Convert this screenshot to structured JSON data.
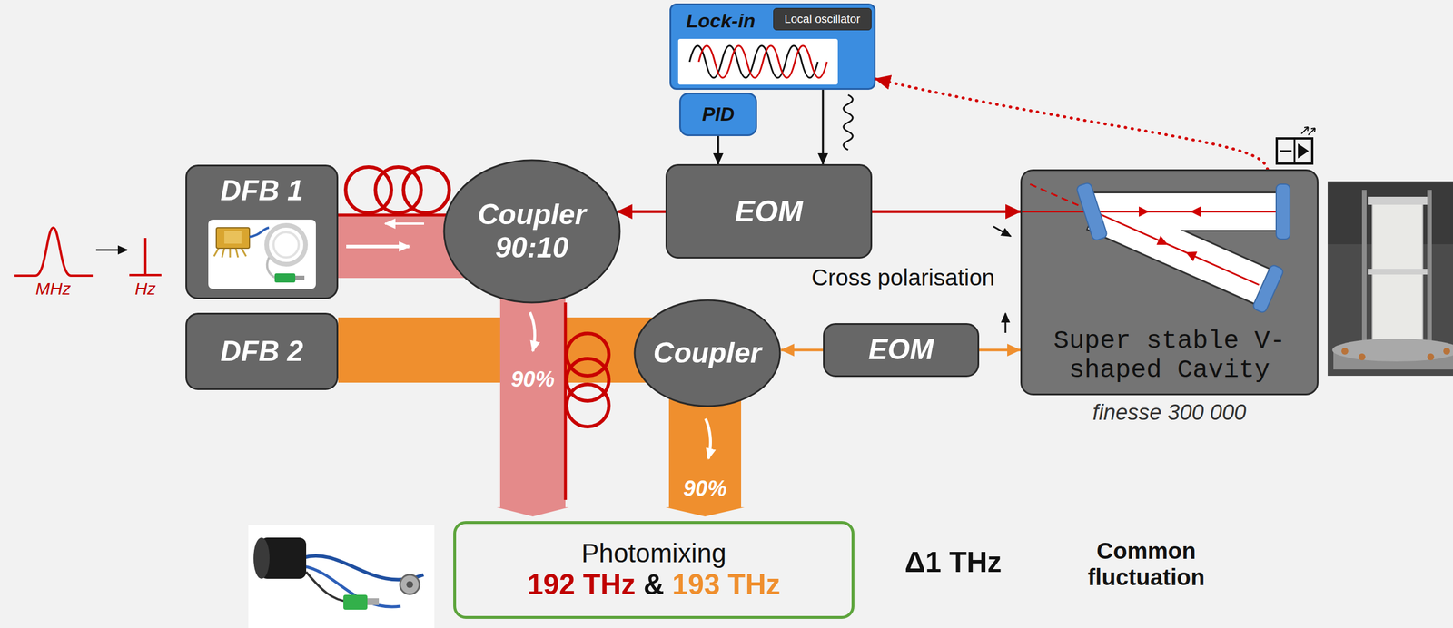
{
  "diagram": {
    "nodes": [
      {
        "text": [
          "Lock-in"
        ]
      },
      {
        "text": [
          "Local oscillator"
        ],
        "in": 0
      },
      {
        "text": [
          "PID"
        ]
      },
      {
        "text": [
          "DFB 1"
        ]
      },
      {
        "text": [
          "Coupler 90:10"
        ]
      },
      {
        "text": [
          "EOM"
        ]
      },
      {
        "text": [
          "Super stable V-shaped Cavity",
          "finesse 300 000"
        ]
      },
      {
        "text": [
          "DFB 2"
        ]
      },
      {
        "text": [
          "Coupler"
        ]
      },
      {
        "text": [
          "EOM"
        ]
      },
      {
        "text": [
          "Photomixing",
          "192 THz",
          "&",
          "193 THz"
        ]
      }
    ],
    "edges": [
      {
        "from": 2,
        "to": 5,
        "arrow": "to"
      },
      {
        "from": 0,
        "to": 5,
        "arrow": "to"
      },
      {
        "from": 5,
        "to": 4,
        "arrow": "to"
      },
      {
        "from": 5,
        "to": 6,
        "arrow": "to"
      },
      {
        "from": 6,
        "to": 0,
        "arrow": "to"
      },
      {
        "from": 3,
        "to": 4,
        "arrow": "both"
      },
      {
        "from": 7,
        "to": 8,
        "arrow": "none"
      },
      {
        "from": 9,
        "to": 8,
        "arrow": "to"
      },
      {
        "from": 9,
        "to": 6,
        "arrow": "to"
      },
      {
        "from": 4,
        "to": 10,
        "arrow": "to",
        "label": "90%"
      },
      {
        "from": 8,
        "to": 10,
        "arrow": "to",
        "label": "90%"
      }
    ],
    "labels": [
      "MHz",
      "Hz",
      "Cross polarisation",
      "Δ1 THz",
      "Common fluctuation"
    ]
  }
}
